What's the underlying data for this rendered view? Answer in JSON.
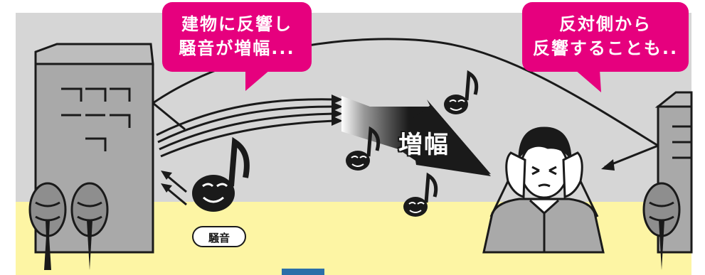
{
  "bubble_left": {
    "line1": "建物に反響し",
    "line2": "騒音が増幅..."
  },
  "bubble_right": {
    "line1": "反対側から",
    "line2": "反響することも.."
  },
  "amplify_label": "増幅",
  "noise_label": "騒音",
  "colors": {
    "sky": "#d6d6d6",
    "ground": "#fdf5a4",
    "bubble": "#e6007e",
    "building": "#a9a9a9",
    "ink": "#1a1a1a"
  }
}
